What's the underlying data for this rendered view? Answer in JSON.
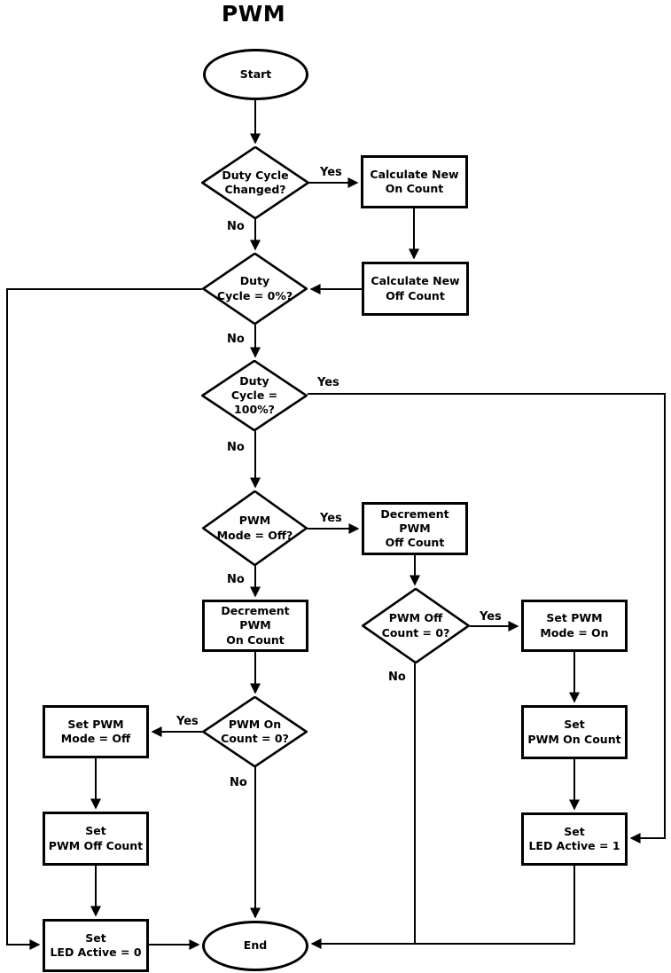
{
  "title": "PWM",
  "nodes": {
    "start": {
      "label": "Start"
    },
    "duty_cycle_changed": {
      "label": "Duty Cycle\nChanged?"
    },
    "calc_new_on_count": {
      "label": "Calculate New\nOn Count"
    },
    "calc_new_off_count": {
      "label": "Calculate New\nOff Count"
    },
    "duty_cycle_0": {
      "label": "Duty\nCycle = 0%?"
    },
    "duty_cycle_100": {
      "label": "Duty\nCycle =\n100%?"
    },
    "pwm_mode_off": {
      "label": "PWM\nMode = Off?"
    },
    "decrement_pwm_off_count": {
      "label": "Decrement\nPWM\nOff Count"
    },
    "decrement_pwm_on_count": {
      "label": "Decrement\nPWM\nOn Count"
    },
    "pwm_off_count_0": {
      "label": "PWM Off\nCount = 0?"
    },
    "set_pwm_mode_on": {
      "label": "Set PWM\nMode = On"
    },
    "set_pwm_on_count": {
      "label": "Set\nPWM On Count"
    },
    "set_led_active_1": {
      "label": "Set\nLED Active = 1"
    },
    "pwm_on_count_0": {
      "label": "PWM On\nCount = 0?"
    },
    "set_pwm_mode_off": {
      "label": "Set PWM\nMode = Off"
    },
    "set_pwm_off_count": {
      "label": "Set\nPWM Off Count"
    },
    "set_led_active_0": {
      "label": "Set\nLED Active = 0"
    },
    "end": {
      "label": "End"
    }
  },
  "edge_labels": {
    "duty_changed_yes": "Yes",
    "duty_changed_no": "No",
    "duty_0_no": "No",
    "duty_100_yes": "Yes",
    "duty_100_no": "No",
    "mode_off_yes": "Yes",
    "mode_off_no": "No",
    "off_count_0_yes": "Yes",
    "off_count_0_no": "No",
    "on_count_0_yes": "Yes",
    "on_count_0_no": "No"
  },
  "colors": {
    "line": "#000000",
    "background": "#ffffff",
    "text": "#000000"
  }
}
